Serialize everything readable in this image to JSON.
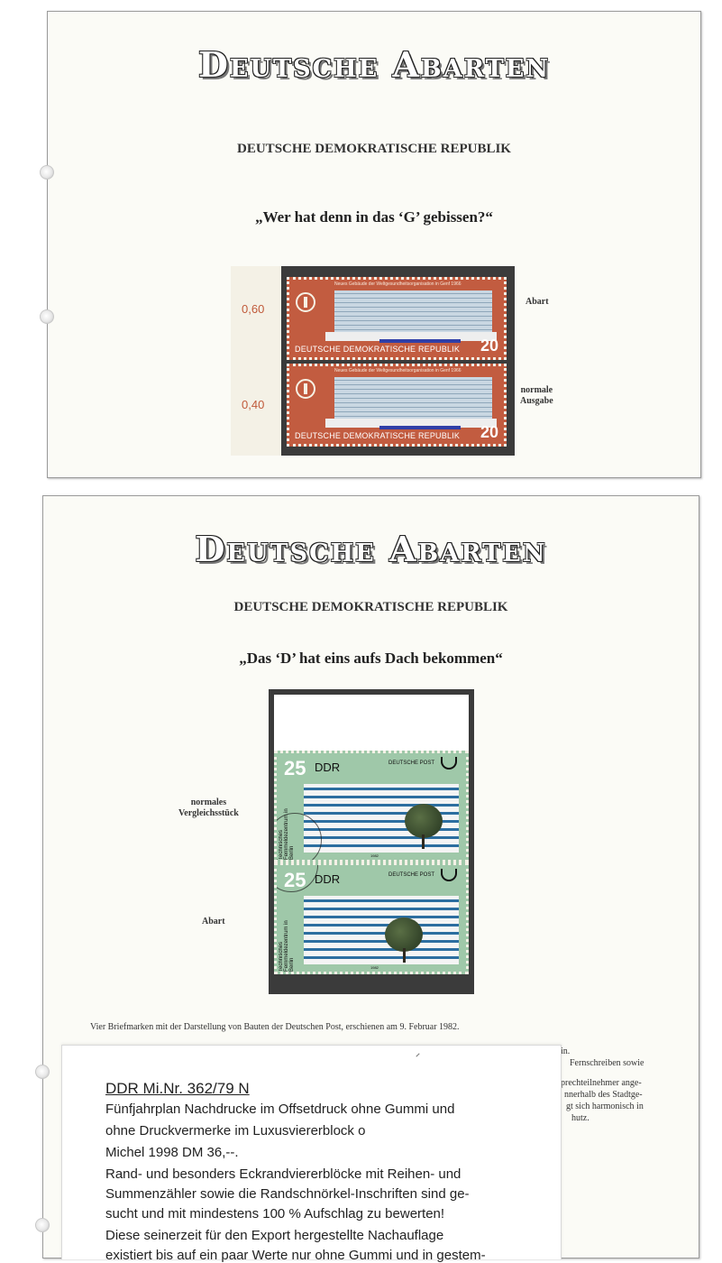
{
  "sheet1": {
    "header": "Deutsche Abarten",
    "country": "DEUTSCHE DEMOKRATISCHE REPUBLIK",
    "subtitle": "„Wer hat denn in das ‘G’ gebissen?“",
    "label_top": "Abart",
    "label_bottom_1": "normale",
    "label_bottom_2": "Ausgabe",
    "margin_values": [
      "0,60",
      "0,40"
    ],
    "stamp": {
      "inscription": "DEUTSCHE DEMOKRATISCHE REPUBLIK",
      "value": "20",
      "building_caption": "Neues Gebäude der Weltgesundheitsorganisation in Genf 1966",
      "color": "#c25c40"
    }
  },
  "sheet2": {
    "header": "Deutsche Abarten",
    "country": "DEUTSCHE DEMOKRATISCHE REPUBLIK",
    "subtitle": "„Das ‘D’ hat eins aufs Dach bekommen“",
    "label_top_1": "normales",
    "label_top_2": "Vergleichsstück",
    "label_bottom": "Abart",
    "stamp": {
      "value": "25",
      "country": "DDR",
      "post": "DEUTSCHE POST",
      "year": "1982",
      "side_text": "Technisches Fernmeldezentrum in Berlin",
      "color": "#9fc8a9"
    },
    "caption": "Vier Briefmarken mit der Darstellung von Bauten der Deutschen Post, erschienen am 9. Februar 1982.",
    "behind_lines": [
      "in.",
      "Fernschreiben sowie",
      "prechteilnehmer ange-",
      "nnerhalb des Stadtge-",
      "gt sich harmonisch in",
      "hutz."
    ]
  },
  "card": {
    "title": "DDR  Mi.Nr. 362/79 N",
    "lines": [
      "Fünfjahrplan Nachdrucke im Offsetdruck ohne Gummi und",
      "ohne Druckvermerke im Luxusviererblock  o",
      "Michel 1998 DM 36,--.",
      "Rand- und besonders Eckrandviererblöcke mit Reihen- und",
      "Summenzähler sowie die Randschnörkel-Inschriften sind ge-",
      "sucht und mit mindestens 100 % Aufschlag zu bewerten!",
      "Diese seinerzeit für den Export hergestellte Nachauflage",
      "existiert bis auf ein paar Werte nur ohne Gummi und in gestem-"
    ]
  }
}
